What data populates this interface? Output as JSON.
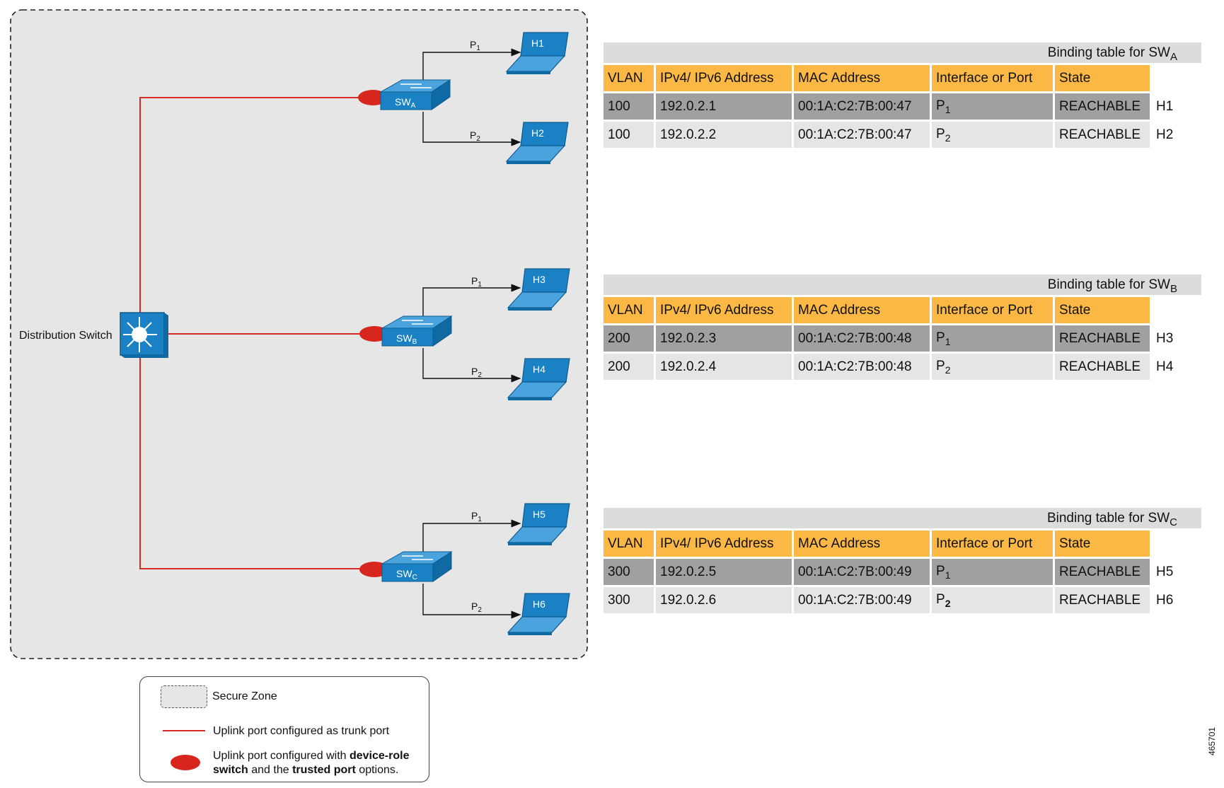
{
  "zone": {
    "distribution_label": "Distribution Switch"
  },
  "switches": [
    {
      "name": "SW",
      "sub": "A"
    },
    {
      "name": "SW",
      "sub": "B"
    },
    {
      "name": "SW",
      "sub": "C"
    }
  ],
  "hosts": [
    "H1",
    "H2",
    "H3",
    "H4",
    "H5",
    "H6"
  ],
  "port_labels": {
    "p1": "P",
    "p1_sub": "1",
    "p2": "P",
    "p2_sub": "2"
  },
  "colors": {
    "trunk": "#d62a24",
    "trusted_port": "#d7261e",
    "device": "#1a82c4",
    "table_header": "#fbb845",
    "zone_bg": "#e6e6e6"
  },
  "tables": [
    {
      "title": "Binding table for SW",
      "title_sub": "A",
      "headers": [
        "VLAN",
        "IPv4/ IPv6 Address",
        "MAC Address",
        "Interface or Port",
        "State"
      ],
      "rows": [
        {
          "vlan": "100",
          "ip": "192.0.2.1",
          "mac": "00:1A:C2:7B:00:47",
          "port": "P",
          "port_sub": "1",
          "state": "REACHABLE",
          "host": "H1"
        },
        {
          "vlan": "100",
          "ip": "192.0.2.2",
          "mac": "00:1A:C2:7B:00:47",
          "port": "P",
          "port_sub": "2",
          "state": "REACHABLE",
          "host": "H2"
        }
      ]
    },
    {
      "title": "Binding table for SW",
      "title_sub": "B",
      "headers": [
        "VLAN",
        "IPv4/ IPv6 Address",
        "MAC Address",
        "Interface or Port",
        "State"
      ],
      "rows": [
        {
          "vlan": "200",
          "ip": "192.0.2.3",
          "mac": "00:1A:C2:7B:00:48",
          "port": "P",
          "port_sub": "1",
          "state": "REACHABLE",
          "host": "H3"
        },
        {
          "vlan": "200",
          "ip": "192.0.2.4",
          "mac": "00:1A:C2:7B:00:48",
          "port": "P",
          "port_sub": "2",
          "state": "REACHABLE",
          "host": "H4"
        }
      ]
    },
    {
      "title": "Binding table for SW",
      "title_sub": "C",
      "headers": [
        "VLAN",
        "IPv4/ IPv6 Address",
        "MAC Address",
        "Interface or Port",
        "State"
      ],
      "rows": [
        {
          "vlan": "300",
          "ip": "192.0.2.5",
          "mac": "00:1A:C2:7B:00:49",
          "port": "P",
          "port_sub": "1",
          "state": "REACHABLE",
          "host": "H5"
        },
        {
          "vlan": "300",
          "ip": "192.0.2.6",
          "mac": "00:1A:C2:7B:00:49",
          "port": "P",
          "port_sub": "2",
          "state": "REACHABLE",
          "host": "H6"
        }
      ]
    }
  ],
  "legend": {
    "secure_zone": "Secure Zone",
    "trunk": "Uplink port configured as trunk port",
    "trusted_1": "Uplink port configured with ",
    "trusted_bold_1": "device-role",
    "trusted_bold_2": "switch",
    "trusted_2": " and the ",
    "trusted_bold_3": "trusted port",
    "trusted_3": " options."
  },
  "figure_id": "465701"
}
